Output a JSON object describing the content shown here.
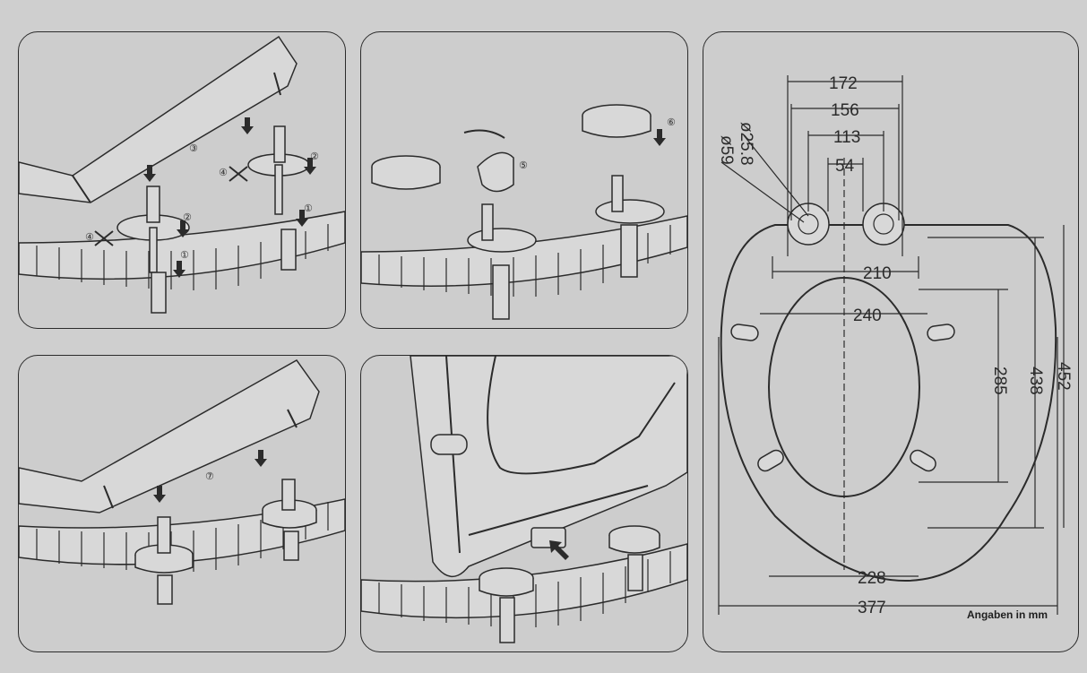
{
  "steps": {
    "s1": "①",
    "s2": "②",
    "s3": "③",
    "s4": "④",
    "s5": "⑤",
    "s6": "⑥",
    "s7": "⑦"
  },
  "dimensions": {
    "d172": "172",
    "d156": "156",
    "d113": "113",
    "d54": "54",
    "d25_8": "ø25.8",
    "d59": "ø59",
    "d210": "210",
    "d240": "240",
    "d285": "285",
    "d438": "438",
    "d452": "452",
    "d228": "228",
    "d377": "377"
  },
  "note": "Angaben in mm"
}
